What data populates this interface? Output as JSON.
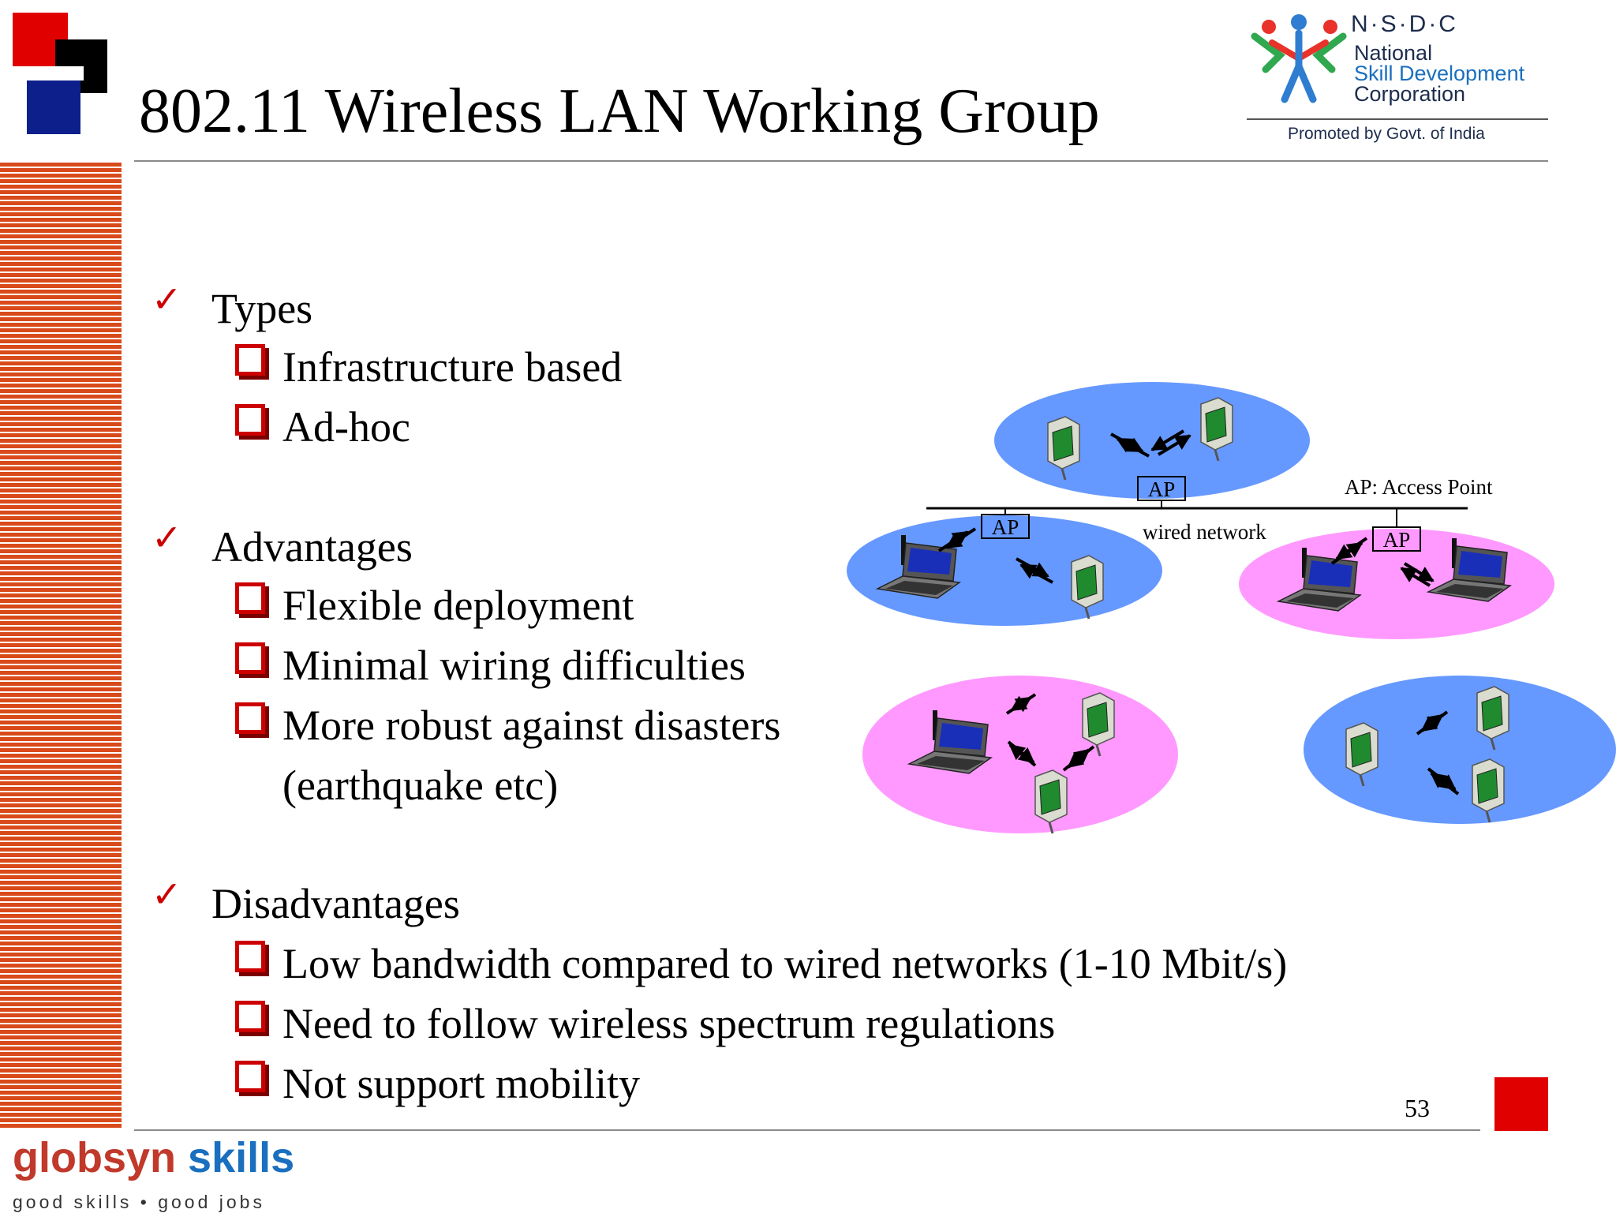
{
  "slide": {
    "title": "802.11 Wireless LAN Working Group",
    "page_number": "53"
  },
  "logos": {
    "nsdc": {
      "letters": "N·S·D·C",
      "line1": "National",
      "line2": "Skill Development",
      "line3": "Corporation",
      "tagline": "Promoted by Govt. of India"
    },
    "globsyn": {
      "word1": "globsyn",
      "word2": "skills",
      "tagline": "good skills • good jobs"
    }
  },
  "sections": [
    {
      "heading": "Types",
      "items": [
        "Infrastructure based",
        "Ad-hoc"
      ]
    },
    {
      "heading": "Advantages",
      "items": [
        "Flexible deployment",
        "Minimal wiring difficulties",
        "More robust against disasters",
        "(earthquake etc)"
      ]
    },
    {
      "heading": "Disadvantages",
      "items": [
        "Low bandwidth compared to wired networks (1-10 Mbit/s)",
        "Need to follow wireless spectrum regulations",
        "Not support mobility"
      ]
    }
  ],
  "diagram": {
    "ap_label": "AP",
    "legend": "AP: Access Point",
    "wired_label": "wired network",
    "colors": {
      "blue_cell": "#6699ff",
      "pink_cell": "#ff99ff",
      "accent_red": "#cc0000"
    }
  }
}
